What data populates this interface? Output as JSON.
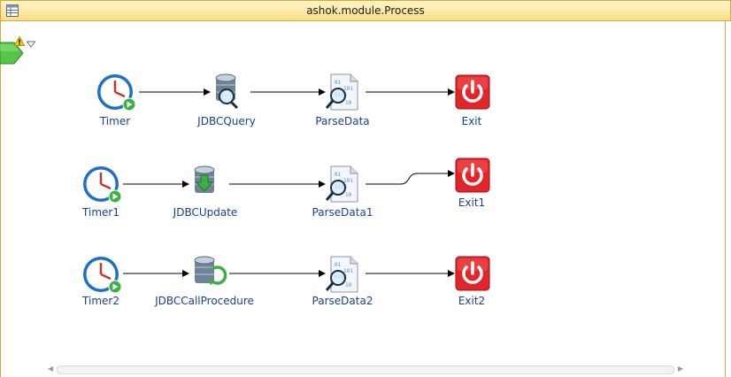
{
  "window": {
    "title": "ashok.module.Process"
  },
  "start": {
    "warning_icon": "warning-icon",
    "menu_icon": "chevron-down-icon"
  },
  "rows": [
    {
      "timer": "Timer",
      "db": "JDBCQuery",
      "parse": "ParseData",
      "exit": "Exit"
    },
    {
      "timer": "Timer1",
      "db": "JDBCUpdate",
      "parse": "ParseData1",
      "exit": "Exit1"
    },
    {
      "timer": "Timer2",
      "db": "JDBCCallProcedure",
      "parse": "ParseData2",
      "exit": "Exit2"
    }
  ],
  "colors": {
    "title_bg": "#f6e08a",
    "frame_border": "#d9a63a",
    "label": "#1a3f8f",
    "exit_red": "#e0262b",
    "start_green": "#56c545"
  }
}
